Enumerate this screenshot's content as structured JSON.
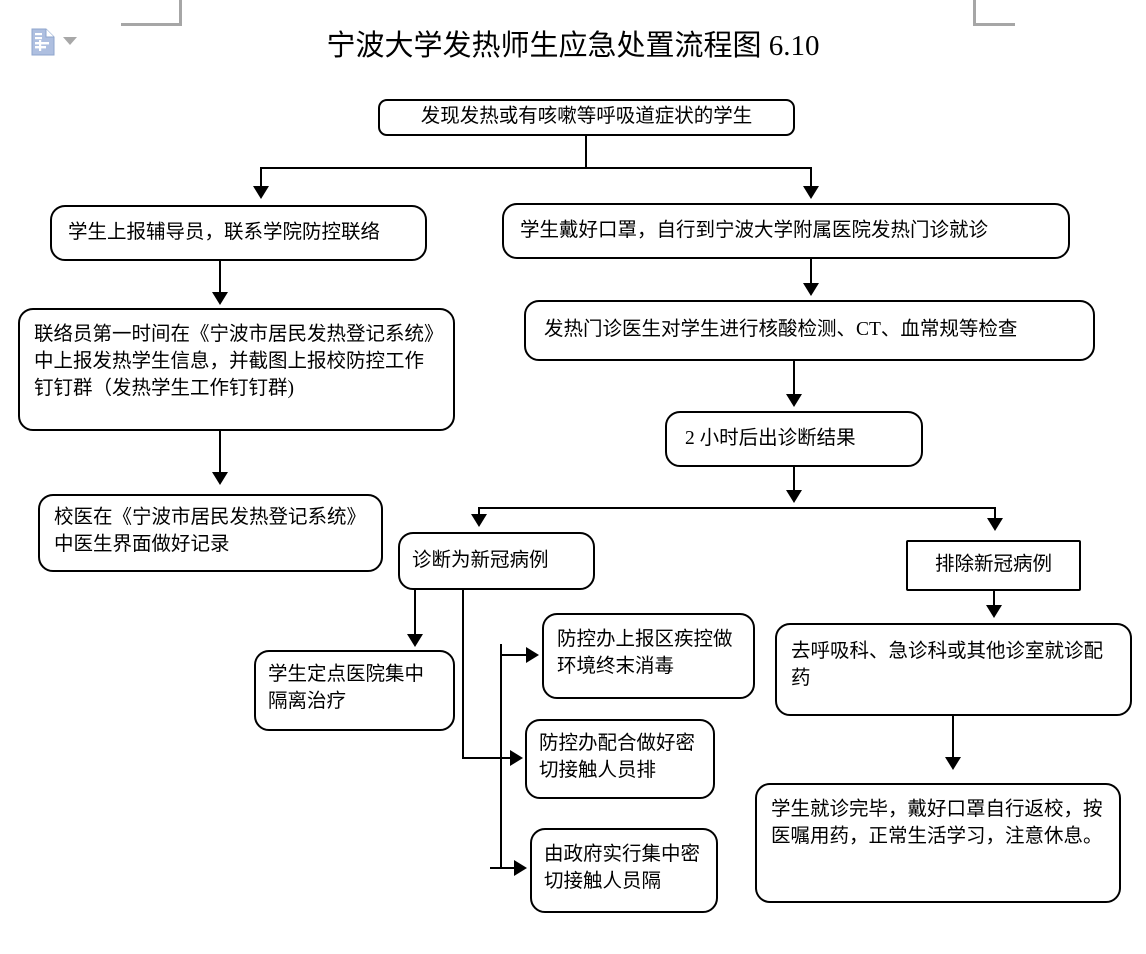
{
  "document": {
    "title": "宁波大学发热师生应急处置流程图 6.10",
    "paste_tag": {
      "icon": "paste-options-icon",
      "dropdown_icon": "chevron-down-icon"
    },
    "margin_marks": [
      "top-left-margin-mark",
      "top-right-margin-mark"
    ]
  },
  "chart_data": {
    "type": "diagram",
    "title": "宁波大学发热师生应急处置流程图 6.10",
    "nodes": [
      {
        "id": "n1",
        "label": "发现发热或有咳嗽等呼吸道症状的学生"
      },
      {
        "id": "n2",
        "label": "学生上报辅导员，联系学院防控联络"
      },
      {
        "id": "n3",
        "label": "学生戴好口罩，自行到宁波大学附属医院发热门诊就诊"
      },
      {
        "id": "n4",
        "label": "联络员第一时间在《宁波市居民发热登记系统》中上报发热学生信息，并截图上报校防控工作钉钉群（发热学生工作钉钉群)"
      },
      {
        "id": "n5",
        "label": "发热门诊医生对学生进行核酸检测、CT、血常规等检查"
      },
      {
        "id": "n6",
        "label": "2 小时后出诊断结果"
      },
      {
        "id": "n7",
        "label": "校医在《宁波市居民发热登记系统》中医生界面做好记录"
      },
      {
        "id": "n8",
        "label": "诊断为新冠病例"
      },
      {
        "id": "n9",
        "label": "排除新冠病例"
      },
      {
        "id": "n10",
        "label": "学生定点医院集中隔离治疗"
      },
      {
        "id": "n11",
        "label": "防控办上报区疾控做环境终末消毒"
      },
      {
        "id": "n12",
        "label": "防控办配合做好密切接触人员排"
      },
      {
        "id": "n13",
        "label": "由政府实行集中密切接触人员隔"
      },
      {
        "id": "n14",
        "label": "去呼吸科、急诊科或其他诊室就诊配药"
      },
      {
        "id": "n15",
        "label": "学生就诊完毕，戴好口罩自行返校，按医嘱用药，正常生活学习，注意休息。"
      }
    ],
    "edges": [
      {
        "from": "n1",
        "to": "n2"
      },
      {
        "from": "n1",
        "to": "n3"
      },
      {
        "from": "n2",
        "to": "n4"
      },
      {
        "from": "n3",
        "to": "n5"
      },
      {
        "from": "n4",
        "to": "n7"
      },
      {
        "from": "n5",
        "to": "n6"
      },
      {
        "from": "n6",
        "to": "n8"
      },
      {
        "from": "n6",
        "to": "n9"
      },
      {
        "from": "n8",
        "to": "n10"
      },
      {
        "from": "n8",
        "to": "n11"
      },
      {
        "from": "n8",
        "to": "n12"
      },
      {
        "from": "n8",
        "to": "n13"
      },
      {
        "from": "n9",
        "to": "n14"
      },
      {
        "from": "n14",
        "to": "n15"
      }
    ],
    "colors": {
      "stroke": "#000000",
      "fill": "#ffffff",
      "margin_mark": "#a6a6a6",
      "paste_icon": "#aebfe0"
    }
  }
}
